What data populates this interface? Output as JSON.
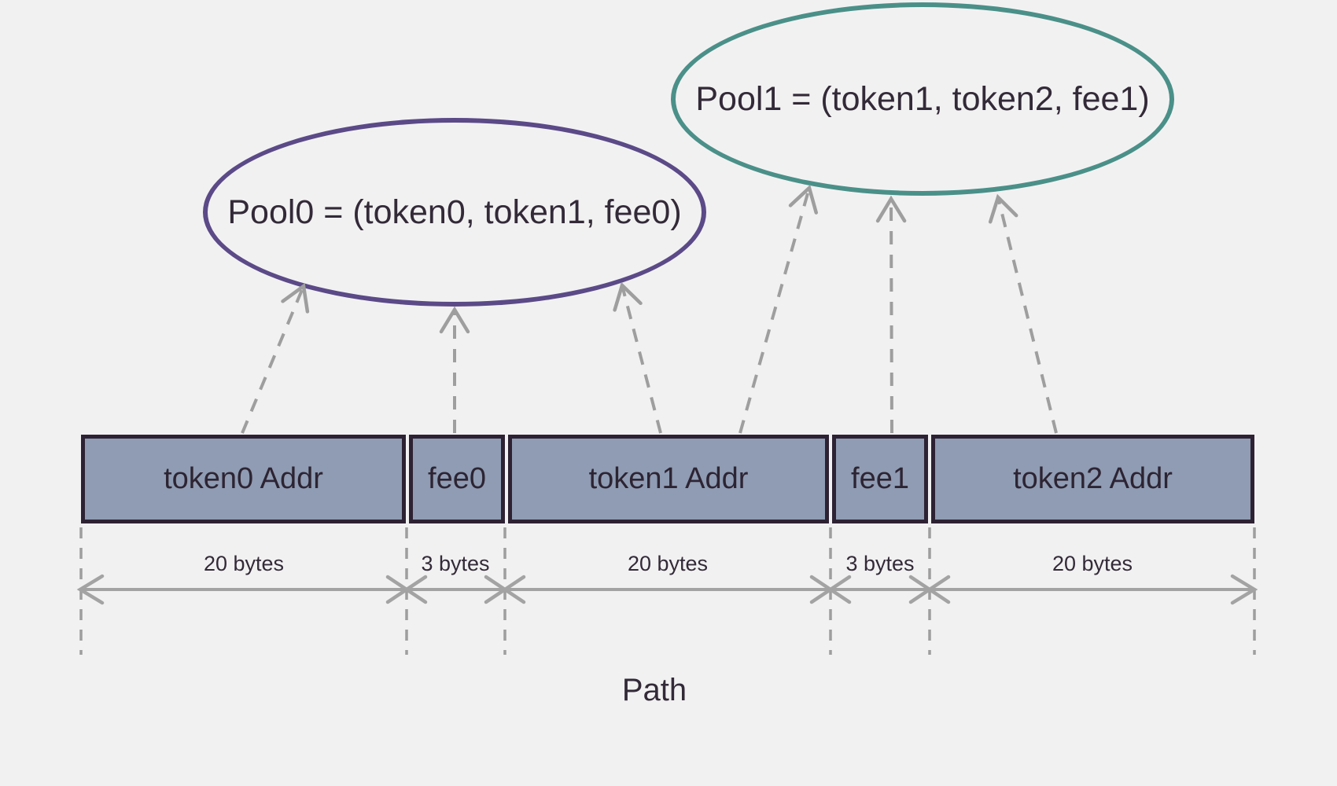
{
  "pools": [
    {
      "label": "Pool0 = (token0, token1, fee0)",
      "stroke_color": "#5b4a87"
    },
    {
      "label": "Pool1 = (token1, token2, fee1)",
      "stroke_color": "#4a9089"
    }
  ],
  "bar": {
    "fill_color": "#8f9cb3",
    "border_color": "#2d2233",
    "segments": [
      {
        "label": "token0 Addr",
        "size": "20 bytes"
      },
      {
        "label": "fee0",
        "size": "3 bytes"
      },
      {
        "label": "token1 Addr",
        "size": "20 bytes"
      },
      {
        "label": "fee1",
        "size": "3 bytes"
      },
      {
        "label": "token2 Addr",
        "size": "20 bytes"
      }
    ]
  },
  "caption": "Path",
  "colors": {
    "background": "#f2f1f2",
    "text": "#332a38",
    "arrow": "#9e9e9e"
  }
}
